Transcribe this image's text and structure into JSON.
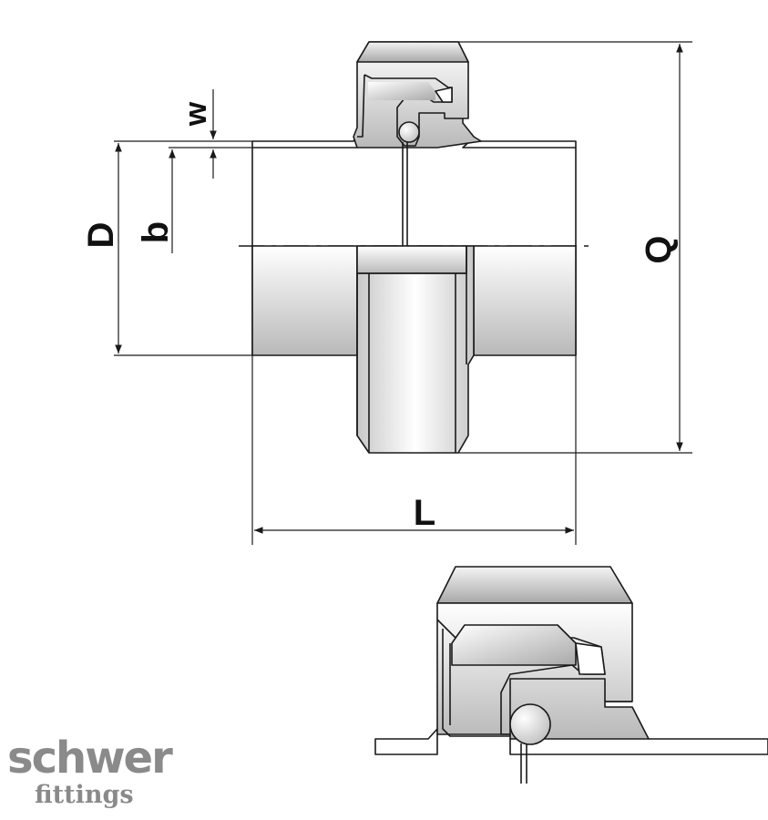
{
  "dimensions": {
    "w": "w",
    "b": "b",
    "D": "D",
    "Q": "Q",
    "L": "L"
  },
  "logo": {
    "main": "schwer",
    "sub": "fittings"
  },
  "colors": {
    "line": "#1a1a1a",
    "metal_light": "#ffffff",
    "metal_dark": "#b8b8b8",
    "logo_gray": "#8a8a8a"
  }
}
